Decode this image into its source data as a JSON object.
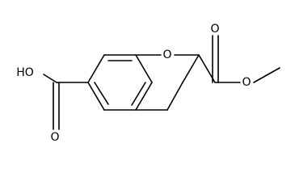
{
  "structure": {
    "background_color": "#ffffff",
    "line_color": "#000000",
    "labels": {
      "ring_oxygen": "O",
      "carbonyl_oxygen_acid": "O",
      "hydroxyl": "HO",
      "carbonyl_oxygen_ester": "O",
      "ester_oxygen": "O"
    }
  }
}
